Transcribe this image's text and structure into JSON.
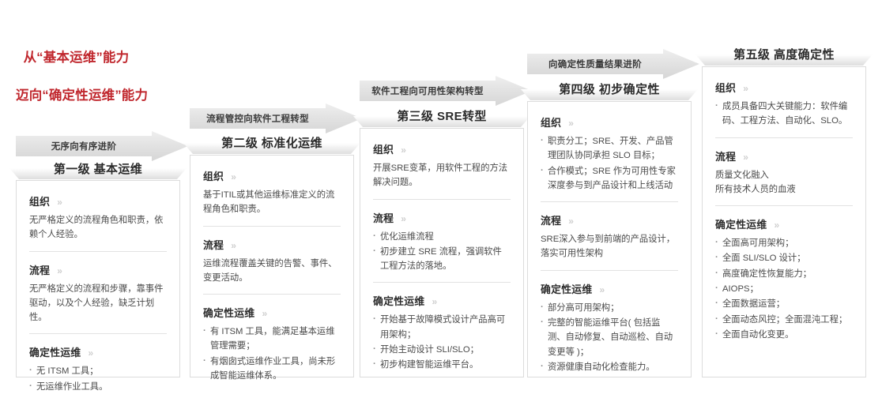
{
  "headline": {
    "line1": "从“基本运维”能力",
    "line2": "迈向“确定性运维”能力",
    "color": "#c0272d"
  },
  "chevron_glyph": "»",
  "columns": [
    {
      "arrow_label": "无序向有序进阶",
      "level_title": "第一级 基本运维",
      "sections": [
        {
          "heading": "组织",
          "type": "paragraph",
          "text": "无严格定义的流程角色和职责，依赖个人经验。"
        },
        {
          "heading": "流程",
          "type": "paragraph",
          "text": "无严格定义的流程和步骤，靠事件驱动，以及个人经验，缺乏计划性。"
        },
        {
          "heading": "确定性运维",
          "type": "bullets",
          "items": [
            "无 ITSM 工具；",
            "无运维作业工具。"
          ]
        }
      ]
    },
    {
      "arrow_label": "流程管控向软件工程转型",
      "level_title": "第二级 标准化运维",
      "sections": [
        {
          "heading": "组织",
          "type": "paragraph",
          "text": "基于ITIL或其他运维标准定义的流程角色和职责。"
        },
        {
          "heading": "流程",
          "type": "paragraph",
          "text": "运维流程覆盖关键的告警、事件、变更活动。"
        },
        {
          "heading": "确定性运维",
          "type": "bullets",
          "items": [
            "有 ITSM 工具，能满足基本运维管理需要；",
            "有烟囱式运维作业工具，尚未形成智能运维体系。"
          ]
        }
      ]
    },
    {
      "arrow_label": "软件工程向可用性架构转型",
      "level_title": "第三级 SRE转型",
      "sections": [
        {
          "heading": "组织",
          "type": "paragraph",
          "text": "开展SRE变革，用软件工程的方法解决问题。"
        },
        {
          "heading": "流程",
          "type": "bullets",
          "items": [
            "优化运维流程",
            "初步建立 SRE 流程，强调软件工程方法的落地。"
          ]
        },
        {
          "heading": "确定性运维",
          "type": "bullets",
          "items": [
            "开始基于故障模式设计产品高可用架构；",
            "开始主动设计 SLI/SLO；",
            "初步构建智能运维平台。"
          ]
        }
      ]
    },
    {
      "arrow_label": "向确定性质量结果进阶",
      "level_title": "第四级 初步确定性",
      "sections": [
        {
          "heading": "组织",
          "type": "bullets",
          "items": [
            "职责分工；SRE、开发、产品管理团队协同承担 SLO 目标；",
            "合作模式；SRE 作为可用性专家深度参与到产品设计和上线活动"
          ]
        },
        {
          "heading": "流程",
          "type": "paragraph",
          "text": "SRE深入参与到前端的产品设计，落实可用性架构"
        },
        {
          "heading": "确定性运维",
          "type": "bullets",
          "items": [
            "部分高可用架构；",
            "完整的智能运维平台( 包括监测、自动修复、自动巡检、自动变更等 )；",
            "资源健康自动化检查能力。"
          ]
        }
      ]
    },
    {
      "arrow_label": "",
      "level_title": "第五级 高度确定性",
      "sections": [
        {
          "heading": "组织",
          "type": "bullets",
          "items": [
            "成员具备四大关键能力：软件编码、工程方法、自动化、SLO。"
          ]
        },
        {
          "heading": "流程",
          "type": "paragraph",
          "text": "质量文化融入\n所有技术人员的血液"
        },
        {
          "heading": "确定性运维",
          "type": "bullets",
          "items": [
            "全面高可用架构；",
            "全面 SLI/SLO 设计；",
            "高度确定性恢复能力；",
            "AIOPS；",
            "全面数据运营；",
            "全面动态风控；全面混沌工程；",
            "全面自动化变更。"
          ]
        }
      ]
    }
  ],
  "geometry": {
    "column_lefts": [
      20,
      240,
      455,
      667,
      888
    ],
    "arrow_tops": [
      166,
      131,
      96,
      62
    ],
    "title_tops": [
      203,
      170,
      136,
      102,
      58
    ],
    "card_tops": [
      228,
      196,
      162,
      128,
      84
    ],
    "card_bottom": 478
  }
}
